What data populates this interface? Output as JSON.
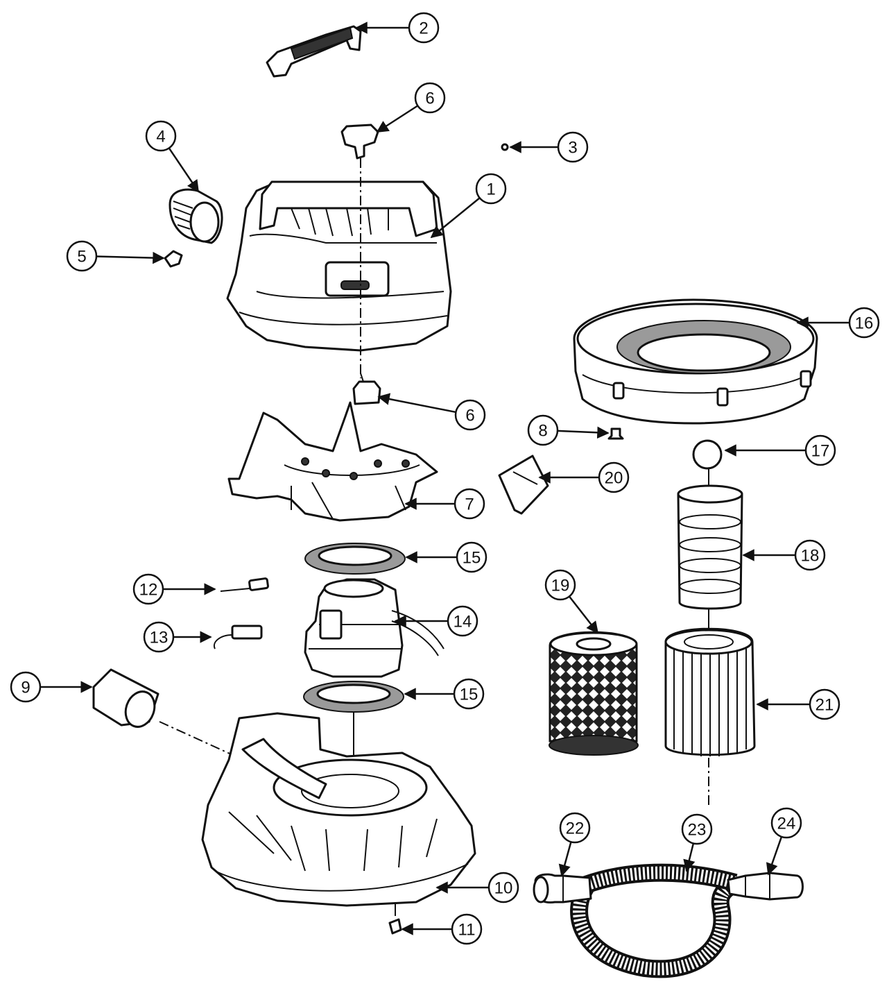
{
  "diagram": {
    "callouts": [
      {
        "label": "1"
      },
      {
        "label": "2"
      },
      {
        "label": "3"
      },
      {
        "label": "4"
      },
      {
        "label": "5"
      },
      {
        "label": "6"
      },
      {
        "label": "6"
      },
      {
        "label": "7"
      },
      {
        "label": "8"
      },
      {
        "label": "9"
      },
      {
        "label": "10"
      },
      {
        "label": "11"
      },
      {
        "label": "12"
      },
      {
        "label": "13"
      },
      {
        "label": "14"
      },
      {
        "label": "15"
      },
      {
        "label": "15"
      },
      {
        "label": "16"
      },
      {
        "label": "17"
      },
      {
        "label": "18"
      },
      {
        "label": "19"
      },
      {
        "label": "20"
      },
      {
        "label": "21"
      },
      {
        "label": "22"
      },
      {
        "label": "23"
      },
      {
        "label": "24"
      }
    ],
    "line_color": "#111111",
    "fill_color": "#ffffff",
    "accent_grey": "#9a9a9a"
  }
}
